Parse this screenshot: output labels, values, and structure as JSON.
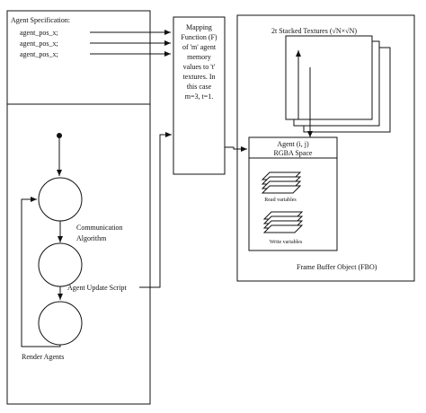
{
  "agent_spec": {
    "title": "Agent Specification:",
    "fields": [
      "agent_pos_x;",
      "agent_pos_x;",
      "agent_pos_x;"
    ]
  },
  "mapping": {
    "lines": [
      "Mapping",
      "Function (F)",
      "of 'm' agent",
      "memory",
      "values to 't'",
      "textures. In",
      "this case",
      "m=3, t=1."
    ]
  },
  "textures": {
    "title": "2t Stacked Textures (√N×√N)"
  },
  "rgba": {
    "lines": [
      "Agent (i, j)",
      "RGBA Space"
    ],
    "read_label": "Read variables",
    "write_label": "Write variables"
  },
  "fbo": {
    "label": "Frame Buffer Object (FBO)"
  },
  "flow": {
    "communication_lines": [
      "Communication",
      "Algorithm"
    ],
    "update_label": "Agent Update Script",
    "render_label": "Render Agents"
  },
  "colors": {
    "line": "#111111",
    "background": "#ffffff"
  }
}
